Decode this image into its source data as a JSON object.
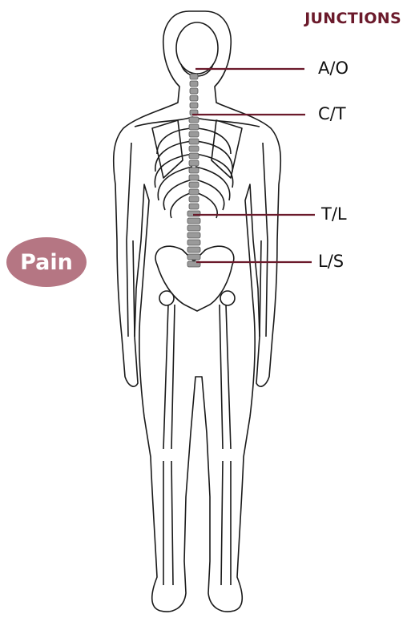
{
  "header": {
    "title": "JUNCTIONS"
  },
  "junctions": [
    {
      "label": "A/O"
    },
    {
      "label": "C/T"
    },
    {
      "label": "T/L"
    },
    {
      "label": "L/S"
    }
  ],
  "badge": {
    "label": "Pain"
  },
  "colors": {
    "heading": "#6b1a2b",
    "pointer_line": "#6b1a2b",
    "badge": "#b57683",
    "outline": "#1a1a1a",
    "spine": "#888888"
  }
}
